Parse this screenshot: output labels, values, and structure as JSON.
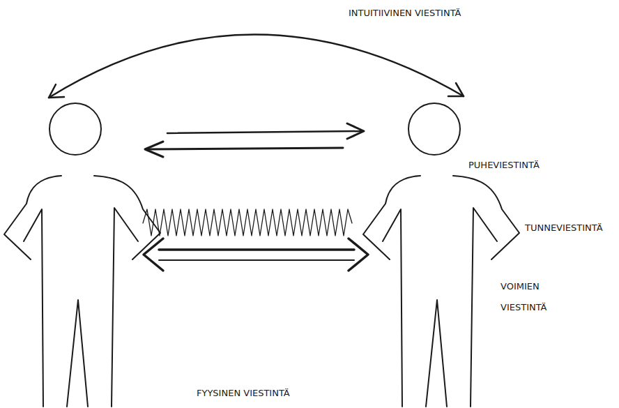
{
  "diagram": {
    "labels": [
      "INTUITIIVINEN VIESTINTÄ",
      "PUHEVIESTINTÄ",
      "TUNNEVIESTINTÄ",
      "VOIMIEN VIESTINTÄ",
      "FYYSINEN VIESTINTÄ"
    ]
  }
}
